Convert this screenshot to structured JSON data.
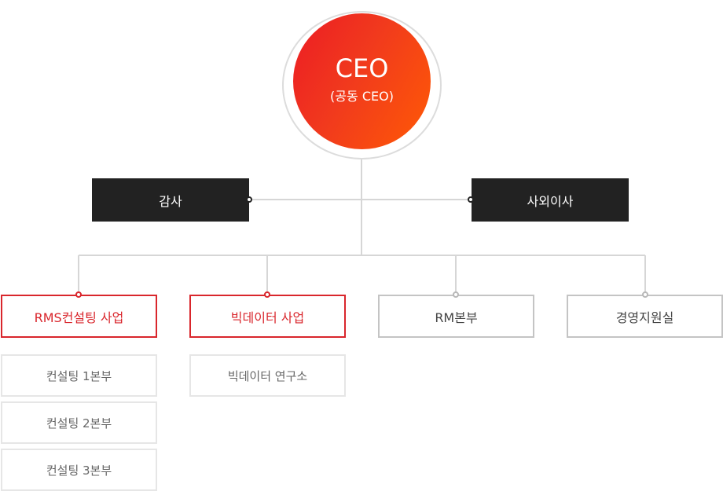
{
  "ceo": {
    "title": "CEO",
    "subtitle": "(공동 CEO)"
  },
  "side": {
    "left": "감사",
    "right": "사외이사"
  },
  "departments": [
    {
      "label": "RMS컨설팅 사업",
      "highlight": true
    },
    {
      "label": "빅데이터 사업",
      "highlight": true
    },
    {
      "label": "RM본부",
      "highlight": false
    },
    {
      "label": "경영지원실",
      "highlight": false
    }
  ],
  "sub_units": {
    "rms": [
      "컨설팅 1본부",
      "컨설팅 2본부",
      "컨설팅 3본부"
    ],
    "bigdata": [
      "빅데이터 연구소"
    ]
  },
  "colors": {
    "accent_red": "#d9262c",
    "gradient_start": "#ec1c24",
    "gradient_end": "#ff5a05",
    "dark_box": "#222222",
    "line": "#d6d6d6"
  }
}
